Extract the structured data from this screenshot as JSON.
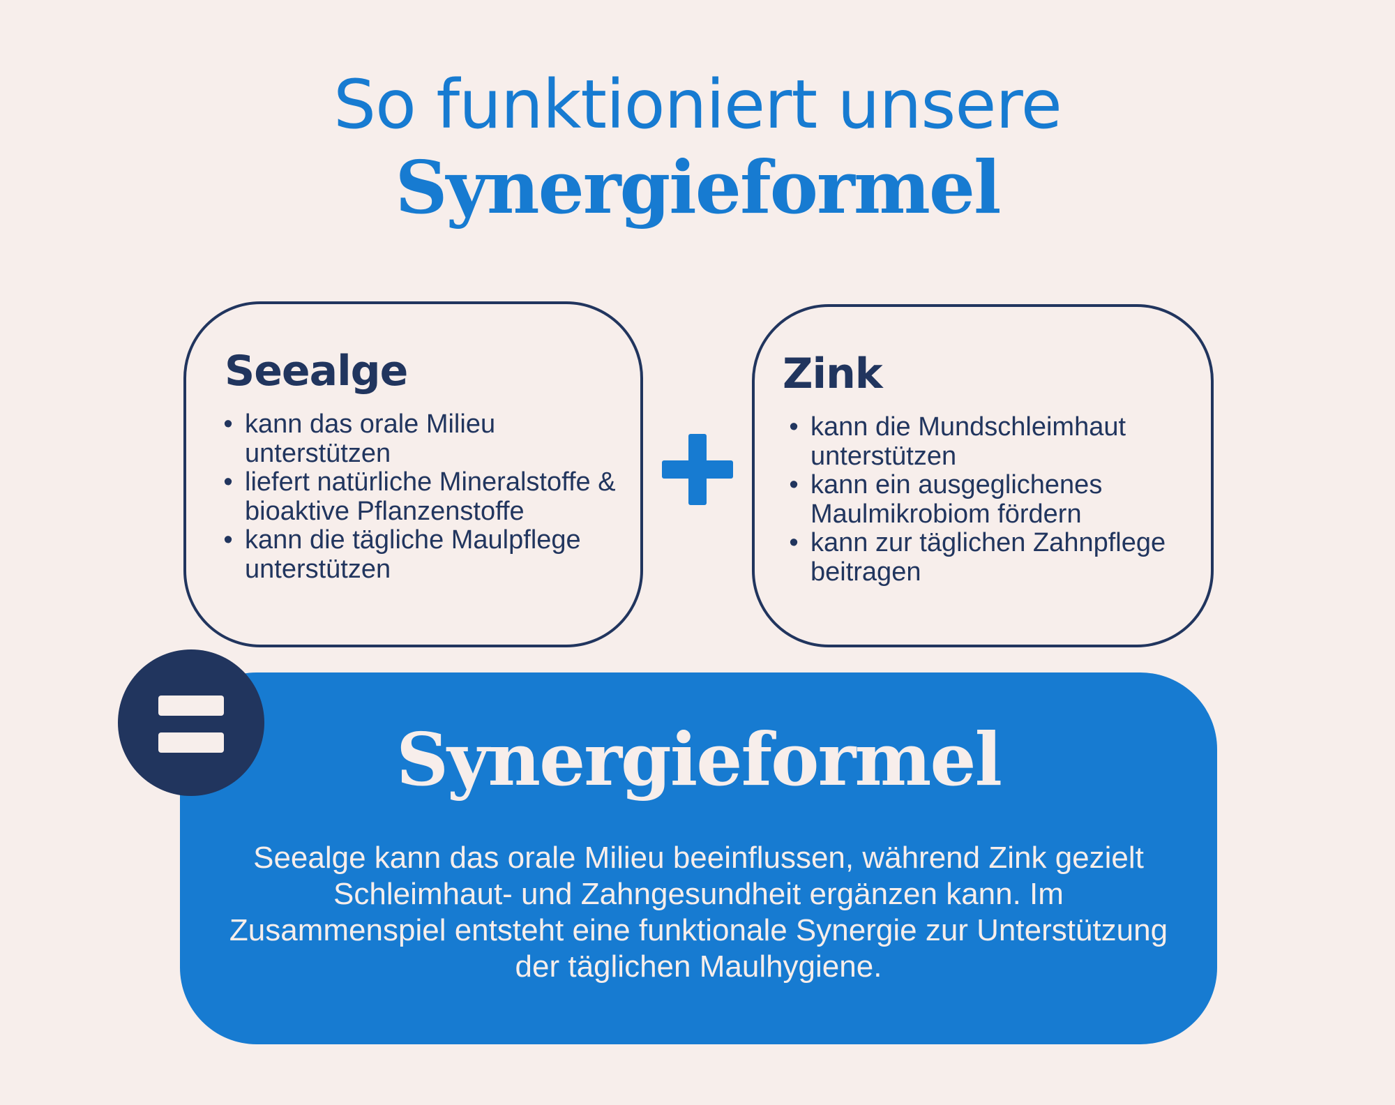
{
  "header": {
    "title_line1": "So funktioniert unsere",
    "title_line2": "Synergieformel"
  },
  "cards": [
    {
      "title": "Seealge",
      "items": [
        "kann das orale Milieu unterstützen",
        "liefert natürliche Mineralstoffe & bioaktive Pflanzenstoffe",
        "kann die tägliche Maulpflege unterstützen"
      ]
    },
    {
      "title": "Zink",
      "items": [
        "kann die Mundschleimhaut unterstützen",
        "kann ein ausgeglichenes Maulmikrobiom fördern",
        "kann zur täglichen Zahnpflege beitragen"
      ]
    }
  ],
  "operators": {
    "plus_icon": "plus-icon",
    "equals_icon": "equals-icon"
  },
  "result": {
    "title": "Synergieformel",
    "body": "Seealge kann das orale Milieu beeinflussen, während Zink gezielt Schleimhaut- und Zahngesundheit ergänzen kann. Im Zusammenspiel entsteht eine funktionale Synergie zur Unterstützung der täglichen Maulhygiene."
  },
  "bullet_glyph": "•",
  "colors": {
    "background": "#f7eeeb",
    "accent_blue": "#177bd1",
    "navy": "#21355e"
  }
}
